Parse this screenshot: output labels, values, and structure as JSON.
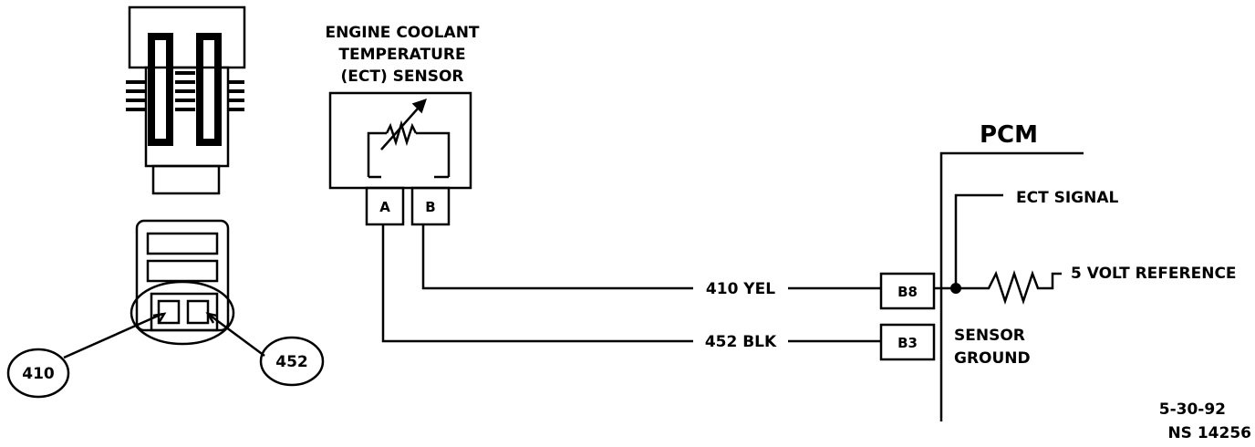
{
  "sensor": {
    "title_line1": "ENGINE COOLANT",
    "title_line2": "TEMPERATURE",
    "title_line3": "(ECT) SENSOR",
    "pin_a": "A",
    "pin_b": "B"
  },
  "connector": {
    "callout_left": "410",
    "callout_right": "452"
  },
  "wires": {
    "yellow": "410 YEL",
    "black": "452 BLK"
  },
  "pcm": {
    "title": "PCM",
    "pin_b8": "B8",
    "pin_b3": "B3",
    "ect_signal": "ECT SIGNAL",
    "five_volt_ref": "5 VOLT REFERENCE",
    "sensor_ground_line1": "SENSOR",
    "sensor_ground_line2": "GROUND"
  },
  "footer": {
    "date": "5-30-92",
    "ref": "NS 14256"
  }
}
